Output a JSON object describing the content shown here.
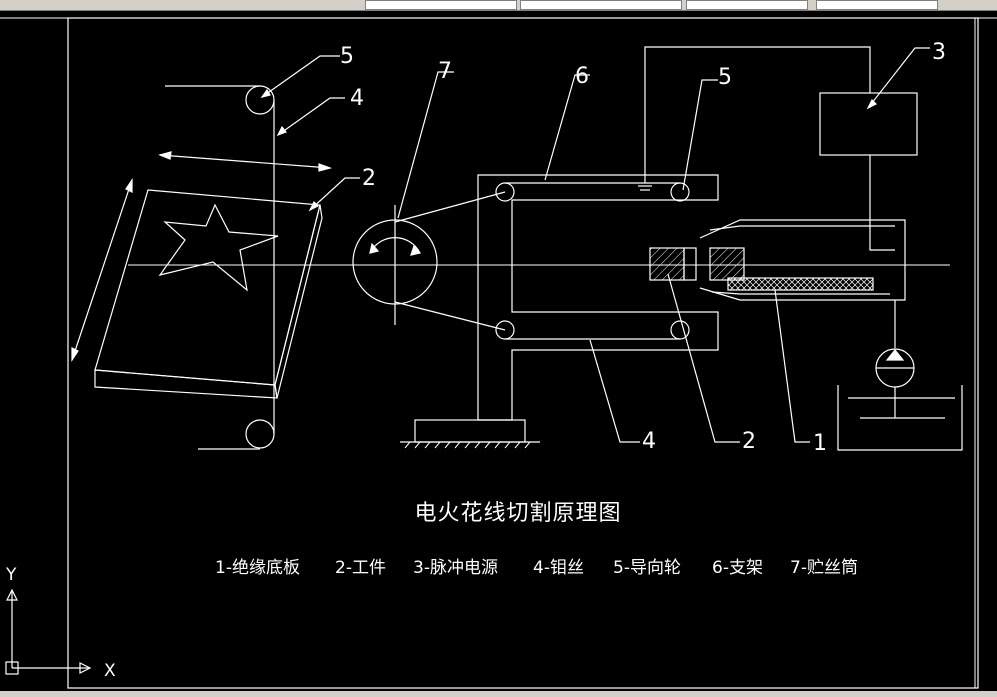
{
  "drawing": {
    "title": "电火花线切割原理图",
    "legend": [
      "1-绝缘底板",
      "2-工件",
      "3-脉冲电源",
      "4-钼丝",
      "5-导向轮",
      "6-支架",
      "7-贮丝筒"
    ],
    "labels": {
      "l5a": "5",
      "l4a": "4",
      "l2a": "2",
      "l7": "7",
      "l6": "6",
      "l5b": "5",
      "l3": "3",
      "l4b": "4",
      "l2b": "2",
      "l1": "1"
    },
    "axis": {
      "x": "X",
      "y": "Y"
    }
  }
}
